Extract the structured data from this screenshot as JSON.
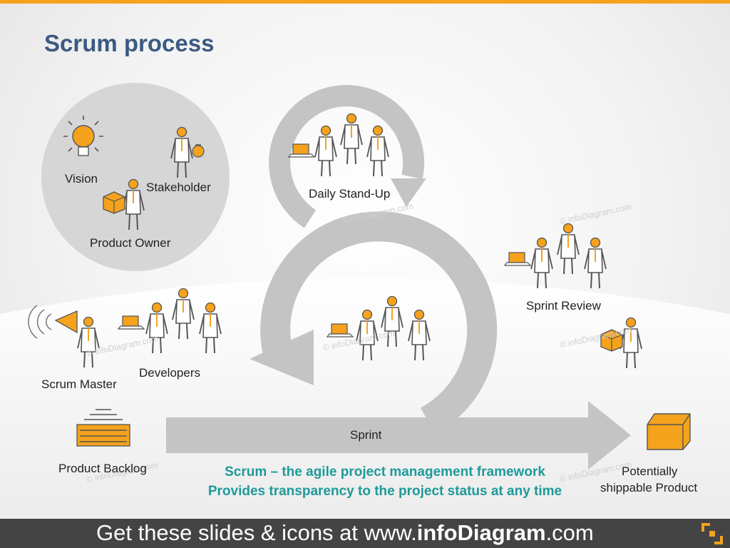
{
  "title": "Scrum process",
  "labels": {
    "vision": "Vision",
    "stakeholder": "Stakeholder",
    "product_owner": "Product Owner",
    "daily_standup": "Daily Stand-Up",
    "sprint_review": "Sprint Review",
    "scrum_master": "Scrum Master",
    "developers": "Developers",
    "sprint": "Sprint",
    "product_backlog": "Product Backlog",
    "shippable_line1": "Potentially",
    "shippable_line2": "shippable Product"
  },
  "tagline": {
    "line1": "Scrum – the agile project management framework",
    "line2": "Provides transparency to the project status at any time"
  },
  "watermark": "© infoDiagram.com",
  "footer": {
    "prefix": "Get these slides & icons at www.",
    "brand": "infoDiagram",
    "suffix": ".com"
  },
  "colors": {
    "accent": "#f5a21c",
    "title": "#3b5a83",
    "arrow": "#c4c4c4",
    "tagline": "#1e9a9a",
    "footer_bg": "#444444"
  }
}
